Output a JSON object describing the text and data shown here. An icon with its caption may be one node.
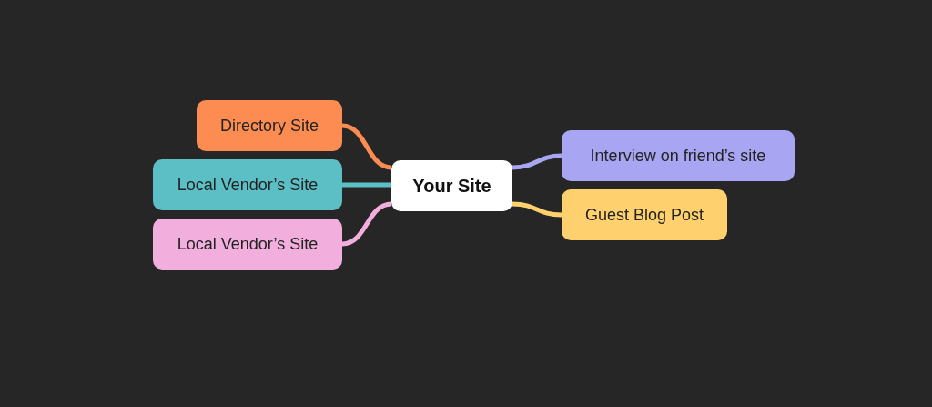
{
  "diagram": {
    "nodes": [
      {
        "text": [
          "Your Site"
        ]
      },
      {
        "text": [
          "Directory Site"
        ]
      },
      {
        "text": [
          "Local Vendor’s Site"
        ]
      },
      {
        "text": [
          "Local Vendor’s Site"
        ]
      },
      {
        "text": [
          "Interview on friend’s site"
        ]
      },
      {
        "text": [
          "Guest Blog Post"
        ]
      }
    ],
    "edges": [
      {
        "from": 0,
        "to": 1,
        "arrow": "none",
        "color": "#fd8c52"
      },
      {
        "from": 0,
        "to": 2,
        "arrow": "none",
        "color": "#5bbfc5"
      },
      {
        "from": 0,
        "to": 3,
        "arrow": "none",
        "color": "#f2aedd"
      },
      {
        "from": 0,
        "to": 4,
        "arrow": "none",
        "color": "#a8a6f2"
      },
      {
        "from": 0,
        "to": 5,
        "arrow": "none",
        "color": "#fed06e"
      }
    ]
  }
}
